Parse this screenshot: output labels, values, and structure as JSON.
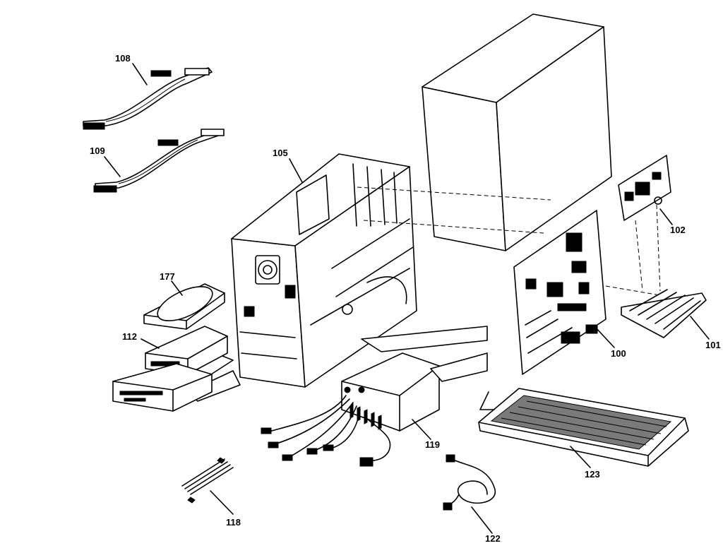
{
  "parts": [
    {
      "id": "ribbon-cable-108",
      "label": "108"
    },
    {
      "id": "ribbon-cable-109",
      "label": "109"
    },
    {
      "id": "chassis-105",
      "label": "105"
    },
    {
      "id": "hard-drive-177",
      "label": "177"
    },
    {
      "id": "floppy-drive-112",
      "label": "112"
    },
    {
      "id": "power-supply-119",
      "label": "119"
    },
    {
      "id": "system-board-100",
      "label": "100"
    },
    {
      "id": "memory-modules-101",
      "label": "101"
    },
    {
      "id": "adapter-card-102",
      "label": "102"
    },
    {
      "id": "keyboard-123",
      "label": "123"
    },
    {
      "id": "cable-ties-118",
      "label": "118"
    },
    {
      "id": "power-cord-122",
      "label": "122"
    }
  ]
}
